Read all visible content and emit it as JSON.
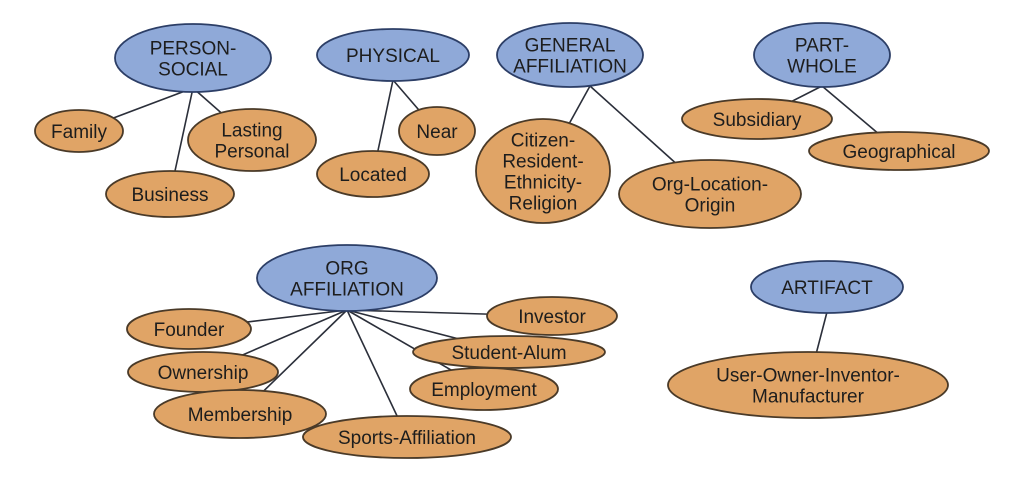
{
  "clusters": [
    {
      "label": [
        "PERSON-",
        "SOCIAL"
      ],
      "children": [
        {
          "label": [
            "Family"
          ]
        },
        {
          "label": [
            "Lasting",
            "Personal"
          ]
        },
        {
          "label": [
            "Business"
          ]
        }
      ]
    },
    {
      "label": [
        "PHYSICAL"
      ],
      "children": [
        {
          "label": [
            "Near"
          ]
        },
        {
          "label": [
            "Located"
          ]
        }
      ]
    },
    {
      "label": [
        "GENERAL",
        "AFFILIATION"
      ],
      "children": [
        {
          "label": [
            "Citizen-",
            "Resident-",
            "Ethnicity-",
            "Religion"
          ]
        },
        {
          "label": [
            "Org-Location-",
            "Origin"
          ]
        }
      ]
    },
    {
      "label": [
        "PART-",
        "WHOLE"
      ],
      "children": [
        {
          "label": [
            "Subsidiary"
          ]
        },
        {
          "label": [
            "Geographical"
          ]
        }
      ]
    },
    {
      "label": [
        "ORG",
        "AFFILIATION"
      ],
      "children": [
        {
          "label": [
            "Founder"
          ]
        },
        {
          "label": [
            "Ownership"
          ]
        },
        {
          "label": [
            "Membership"
          ]
        },
        {
          "label": [
            "Sports-Affiliation"
          ]
        },
        {
          "label": [
            "Investor"
          ]
        },
        {
          "label": [
            "Student-Alum"
          ]
        },
        {
          "label": [
            "Employment"
          ]
        }
      ]
    },
    {
      "label": [
        "ARTIFACT"
      ],
      "children": [
        {
          "label": [
            "User-Owner-Inventor-",
            "Manufacturer"
          ]
        }
      ]
    }
  ],
  "colors": {
    "parent_fill": "#8fa9d8",
    "parent_stroke": "#2c3e66",
    "child_fill": "#e0a466",
    "child_stroke": "#4a3a28",
    "edge": "#2b2f3a"
  }
}
